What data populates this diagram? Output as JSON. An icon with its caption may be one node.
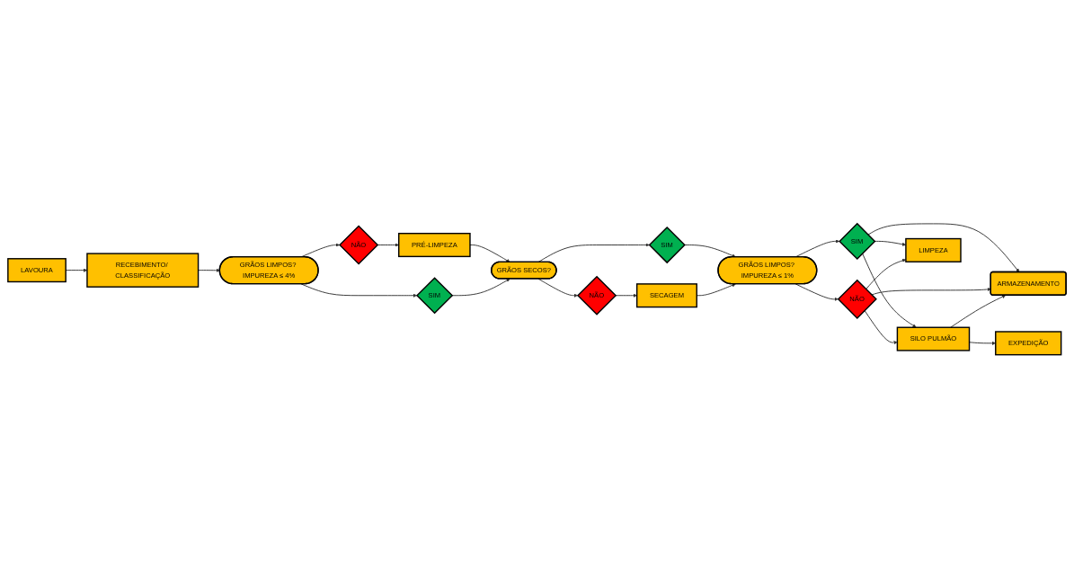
{
  "diagram": {
    "nodes": [
      {
        "text": [
          "LAVOURA"
        ]
      },
      {
        "text": [
          "RECEBIMENTO/ CLASSIFICAÇÃO"
        ]
      },
      {
        "text": [
          "GRÃOS LIMPOS? IMPUREZA ≤ 4%"
        ]
      },
      {
        "text": [
          "NÃO"
        ]
      },
      {
        "text": [
          "PRÉ-LIMPEZA"
        ]
      },
      {
        "text": [
          "SIM"
        ]
      },
      {
        "text": [
          "GRÃOS SECOS?"
        ]
      },
      {
        "text": [
          "ARMAZENAMENTO"
        ]
      },
      {
        "text": [
          "SIM"
        ]
      },
      {
        "text": [
          "NÃO"
        ]
      },
      {
        "text": [
          "SIM"
        ]
      },
      {
        "text": [
          "GRÃOS LIMPOS? IMPUREZA ≤ 1%"
        ]
      },
      {
        "text": [
          "SILO PULMÃO"
        ]
      },
      {
        "text": [
          "NÃO"
        ]
      },
      {
        "text": [
          "EXPEDIÇÃO"
        ]
      },
      {
        "text": [
          "SECAGEM"
        ]
      },
      {
        "text": [
          "LIMPEZA"
        ]
      }
    ],
    "edges": [
      {
        "from": 0,
        "to": 1,
        "arrow": "to"
      },
      {
        "from": 1,
        "to": 2,
        "arrow": "to"
      },
      {
        "from": 2,
        "to": 3,
        "arrow": "to"
      },
      {
        "from": 2,
        "to": 5,
        "arrow": "to"
      },
      {
        "from": 3,
        "to": 4,
        "arrow": "to"
      },
      {
        "from": 4,
        "to": 6,
        "arrow": "to"
      },
      {
        "from": 5,
        "to": 6,
        "arrow": "to"
      },
      {
        "from": 6,
        "to": 8,
        "arrow": "to"
      },
      {
        "from": 6,
        "to": 9,
        "arrow": "to"
      },
      {
        "from": 9,
        "to": 15,
        "arrow": "to"
      },
      {
        "from": 8,
        "to": 11,
        "arrow": "to"
      },
      {
        "from": 15,
        "to": 11,
        "arrow": "to"
      },
      {
        "from": 11,
        "to": 10,
        "arrow": "to"
      },
      {
        "from": 11,
        "to": 13,
        "arrow": "to"
      },
      {
        "from": 10,
        "to": 7,
        "arrow": "to"
      },
      {
        "from": 10,
        "to": 12,
        "arrow": "to"
      },
      {
        "from": 10,
        "to": 16,
        "arrow": "to"
      },
      {
        "from": 13,
        "to": 7,
        "arrow": "to"
      },
      {
        "from": 13,
        "to": 12,
        "arrow": "to"
      },
      {
        "from": 13,
        "to": 16,
        "arrow": "to"
      },
      {
        "from": 12,
        "to": 7,
        "arrow": "to"
      },
      {
        "from": 12,
        "to": 14,
        "arrow": "to"
      }
    ]
  }
}
